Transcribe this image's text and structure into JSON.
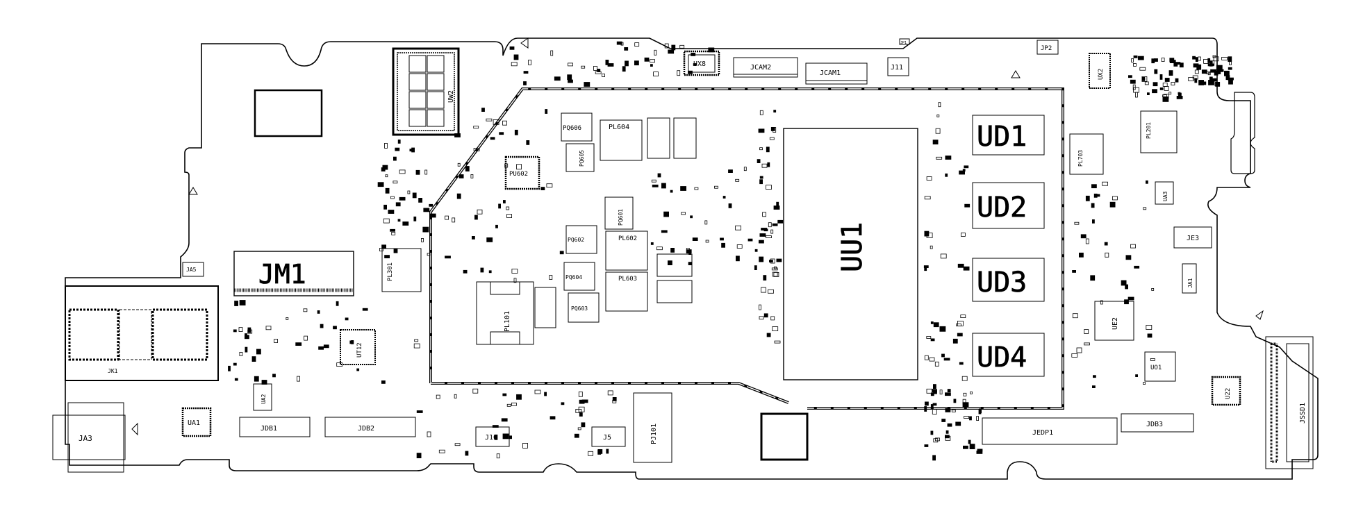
{
  "title": "Motherboard component placement (top side)",
  "colors": {
    "background": "#ffffff",
    "ink": "#000000"
  },
  "components": {
    "UW2": "UW2",
    "UX8": "UX8",
    "JCAM2": "JCAM2",
    "JCAM1": "JCAM1",
    "J11": "J11",
    "JP1": "JP1",
    "JP2": "JP2",
    "UX2": "UX2",
    "PQ606": "PQ606",
    "PL604": "PL604",
    "PU602": "PU602",
    "PQ605": "PQ605",
    "PQ601": "PQ601",
    "PQ602": "PQ602",
    "PL602": "PL602",
    "PQ604": "PQ604",
    "PL603": "PL603",
    "PQ603": "PQ603",
    "PL101": "PL101",
    "PL301": "PL301",
    "JM1": "JM1",
    "JA5": "JA5",
    "JK1": "JK1",
    "UT12": "UT12",
    "UA2": "UA2",
    "UA1": "UA1",
    "JA3": "JA3",
    "JDB1": "JDB1",
    "JDB2": "JDB2",
    "J10": "J10",
    "J5": "J5",
    "PJ101": "PJ101",
    "UU1": "UU1",
    "UD1": "UD1",
    "UD2": "UD2",
    "UD3": "UD3",
    "UD4": "UD4",
    "PL703": "PL703",
    "PL201": "PL201",
    "UA3": "UA3",
    "JE3": "JE3",
    "JA1": "JA1",
    "UE2": "UE2",
    "UO1": "UO1",
    "U22": "U22",
    "JEDP1": "JEDP1",
    "JDB3": "JDB3",
    "JSSD1": "JSSD1"
  }
}
